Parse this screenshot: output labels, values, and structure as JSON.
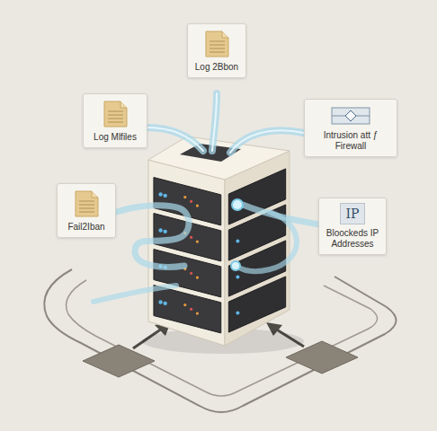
{
  "diagram": {
    "nodes": [
      {
        "text": [
          "Log 2Bbon"
        ]
      },
      {
        "text": [
          "Log Mlfiles"
        ]
      },
      {
        "text": [
          "Intrusion att ƒ Firewall"
        ]
      },
      {
        "text": [
          "Fail2Iban"
        ]
      },
      {
        "text": [
          "IP",
          "Bloockeds IP Addresses"
        ]
      }
    ]
  }
}
